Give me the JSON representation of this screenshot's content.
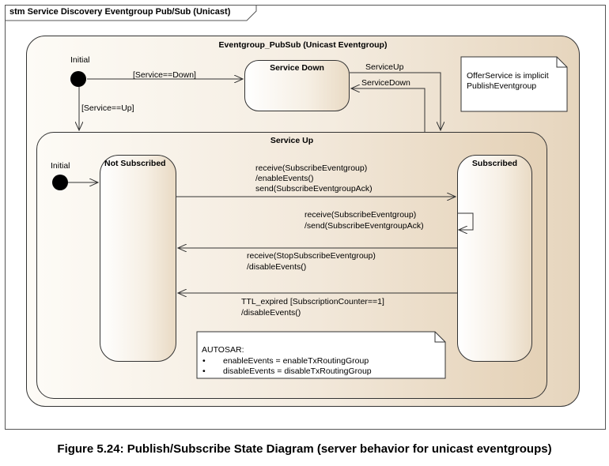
{
  "diagram": {
    "frame_title": "stm Service Discovery Eventgroup Pub/Sub (Unicast)",
    "outer_state": "Eventgroup_PubSub (Unicast Eventgroup)",
    "inner_state": "Service Up",
    "states": {
      "service_down": "Service Down",
      "not_subscribed": "Not Subscribed",
      "subscribed": "Subscribed"
    },
    "initial_outer": "Initial",
    "initial_inner": "Initial",
    "transitions": {
      "service_down_guard": "[Service==Down]",
      "service_up_guard": "[Service==Up]",
      "service_up": "ServiceUp",
      "service_down": "ServiceDown",
      "subscribe_1": "receive(SubscribeEventgroup)",
      "subscribe_2": "/enableEvents()",
      "subscribe_3": "send(SubscribeEventgroupAck)",
      "resubscribe_1": "receive(SubscribeEventgroup)",
      "resubscribe_2": "/send(SubscribeEventgroupAck)",
      "stop_1": "receive(StopSubscribeEventgroup)",
      "stop_2": "/disableEvents()",
      "ttl_1": "TTL_expired [SubscriptionCounter==1]",
      "ttl_2": "/disableEvents()"
    },
    "note_offer": {
      "line1": "OfferService is implicit",
      "line2": "PublishEventgroup"
    },
    "note_autosar": {
      "title": "AUTOSAR:",
      "items": [
        "enableEvents = enableTxRoutingGroup",
        "disableEvents = disableTxRoutingGroup"
      ]
    }
  },
  "caption": "Figure 5.24: Publish/Subscribe State Diagram (server behavior for unicast eventgroups)"
}
